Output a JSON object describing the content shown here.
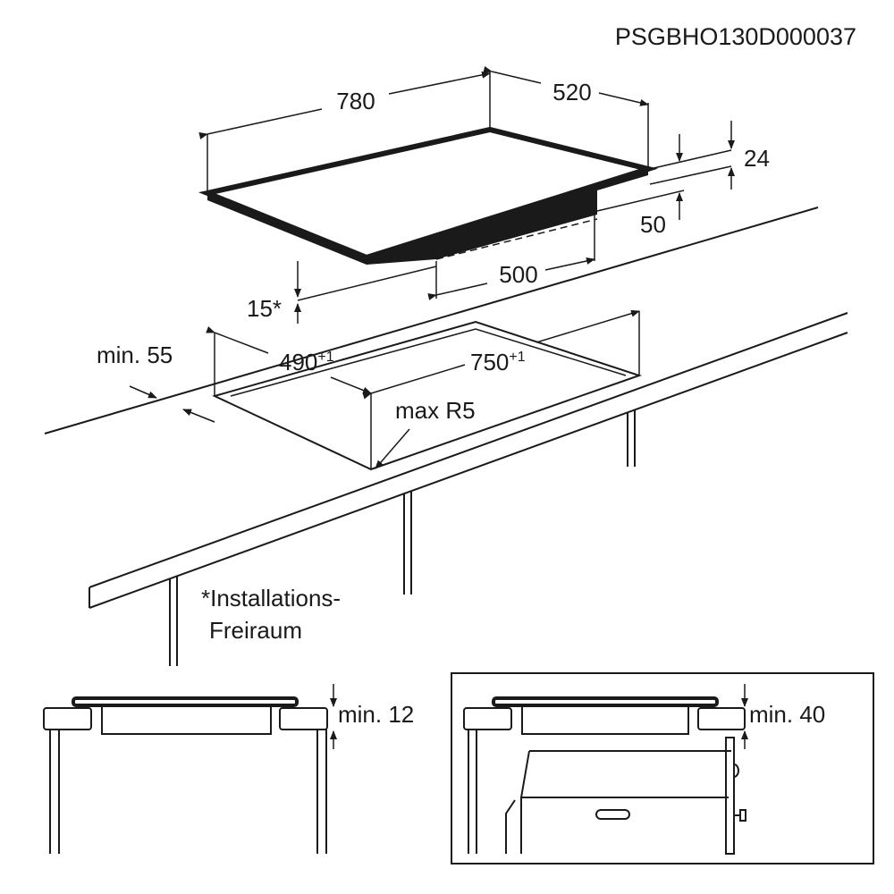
{
  "document_code": "PSGBHO130D000037",
  "hob_dimensions": {
    "width": "780",
    "depth": "520",
    "height": "24",
    "under_box_depth": "50",
    "under_box_width": "500",
    "clearance_below": "15*"
  },
  "cutout": {
    "depth": "490",
    "depth_tolerance": "+1",
    "width": "750",
    "width_tolerance": "+1",
    "min_front_distance": "min. 55",
    "corner_radius": "max R5"
  },
  "footnote": {
    "line1": "*Installations-",
    "line2": "Freiraum"
  },
  "detail_left": {
    "label": "min. 12"
  },
  "detail_right": {
    "label": "min. 40"
  }
}
